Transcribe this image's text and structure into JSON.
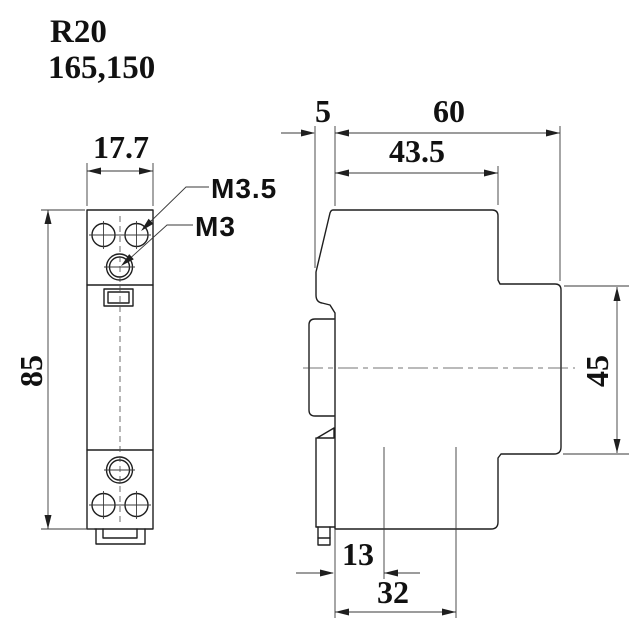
{
  "title": {
    "model": "R20",
    "code": "165,150"
  },
  "front_view": {
    "width_dim": "17.7",
    "height_dim": "85",
    "screw_top_label": "M3.5",
    "screw_bottom_label": "M3"
  },
  "side_view": {
    "clip_depth_dim": "5",
    "total_depth_dim": "60",
    "upper_depth_dim": "43.5",
    "front_height_dim": "45",
    "bottom_inset_dim": "13",
    "bottom_width_dim": "32"
  },
  "colors": {
    "line": "#1f1f1f",
    "thin_line": "#3a3a3a",
    "background": "#ffffff",
    "text": "#111111"
  }
}
